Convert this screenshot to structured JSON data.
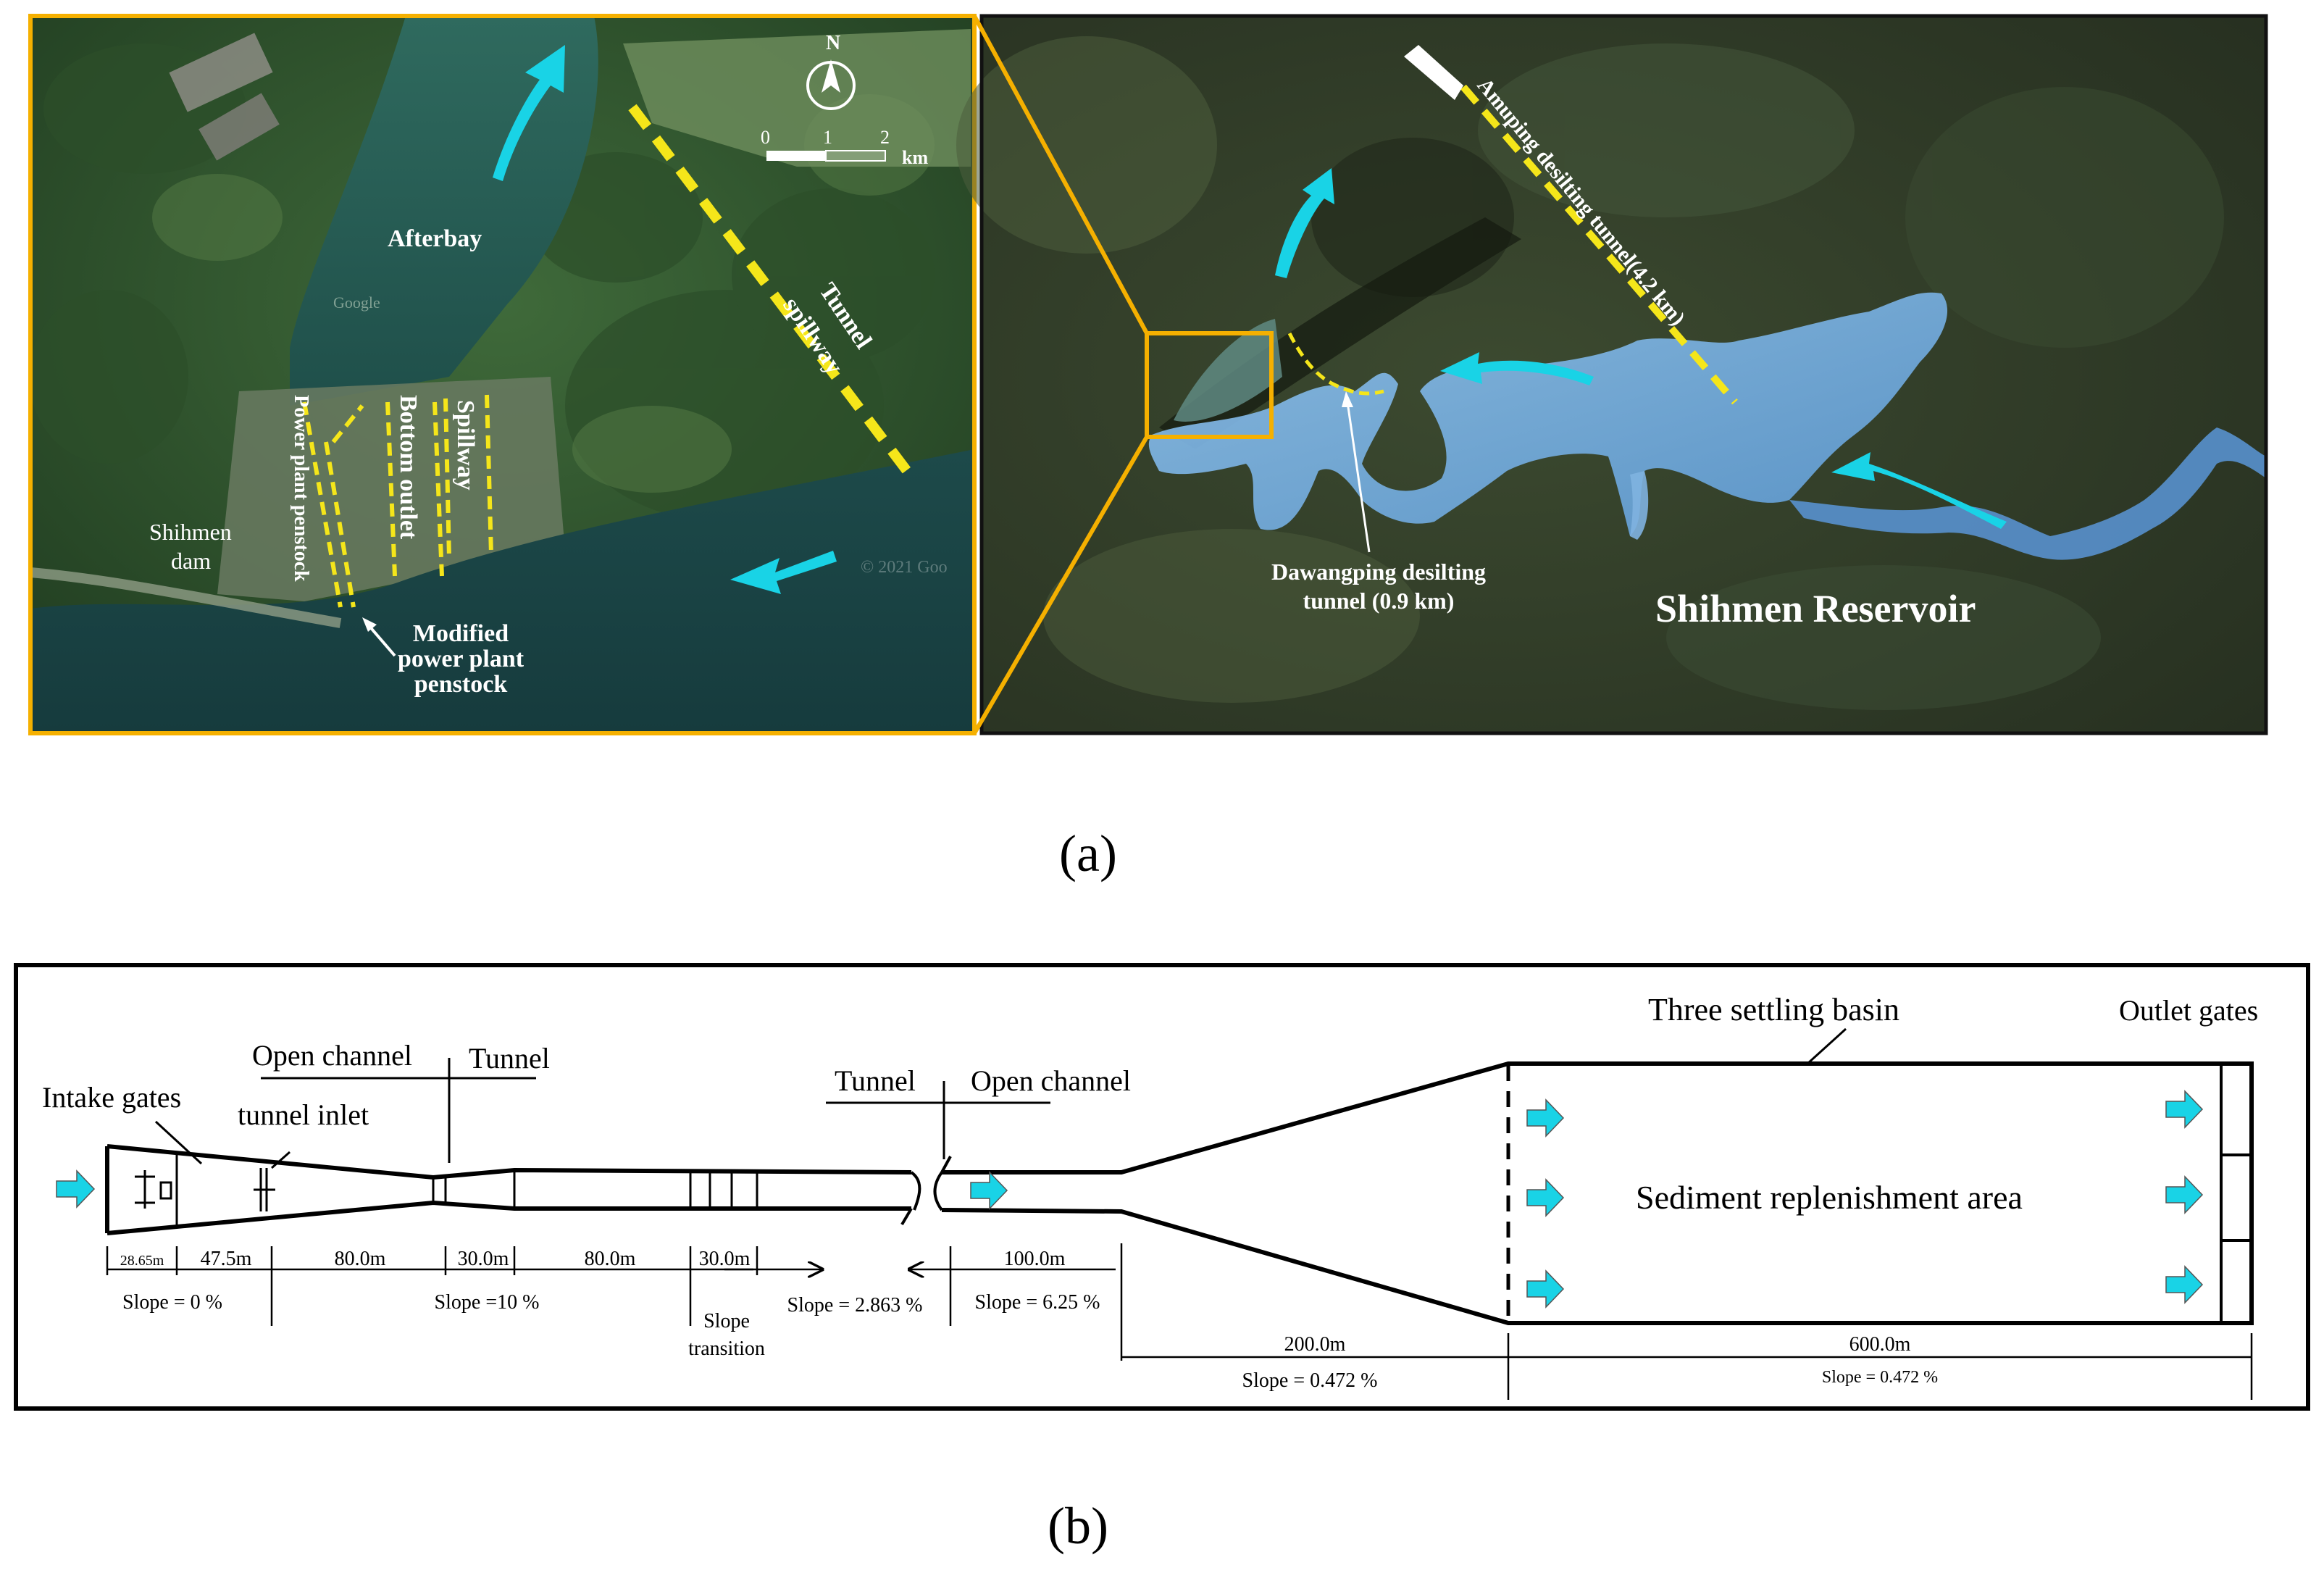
{
  "panel_a": {
    "caption": "(a)",
    "left_map": {
      "afterbay": "Afterbay",
      "tunnel_spillway_line1": "Tunnel",
      "tunnel_spillway_line2": "spillway",
      "power_plant_penstock": "Power plant penstock",
      "bottom_outlet": "Bottom outlet",
      "spillway": "Spillway",
      "shihmen_dam_line1": "Shihmen",
      "shihmen_dam_line2": "dam",
      "modified_line1": "Modified",
      "modified_line2": "power plant",
      "modified_line3": "penstock",
      "watermark_google": "Google",
      "watermark_copyright": "© 2021 Goo",
      "compass_letter": "N",
      "scale_ticks": [
        "0",
        "1",
        "2"
      ],
      "scale_unit": "km"
    },
    "right_map": {
      "amuping": "Amuping desilting tunnel(4.2 km)",
      "dawangping_line1": "Dawangping desilting",
      "dawangping_line2": "tunnel (0.9 km)",
      "reservoir_title": "Shihmen Reservoir"
    },
    "colors": {
      "frame": "#f5b000",
      "tunnel_line": "#f5e61a",
      "flow_arrow": "#19d3e6",
      "reservoir_water": "#7fb3e0"
    }
  },
  "panel_b": {
    "caption": "(b)",
    "labels": {
      "intake_gates": "Intake gates",
      "tunnel_inlet": "tunnel inlet",
      "open_channel_1": "Open channel",
      "tunnel_1": "Tunnel",
      "tunnel_2": "Tunnel",
      "open_channel_2": "Open channel",
      "three_settling_basin": "Three settling basin",
      "outlet_gates": "Outlet gates",
      "sediment_area": "Sediment replenishment  area",
      "slope_transition_line1": "Slope",
      "slope_transition_line2": "transition"
    },
    "dimensions": {
      "d1": "28.65m",
      "d2": "47.5m",
      "d3": "80.0m",
      "d4": "30.0m",
      "d5": "80.0m",
      "d6": "30.0m",
      "d7": "100.0m",
      "d8": "200.0m",
      "d9": "600.0m"
    },
    "slopes": {
      "s1": "Slope = 0 %",
      "s2": "Slope =10 %",
      "s3": "Slope = 2.863 %",
      "s4": "Slope = 6.25 %",
      "s5": "Slope = 0.472 %",
      "s6": "Slope = 0.472 %"
    }
  }
}
